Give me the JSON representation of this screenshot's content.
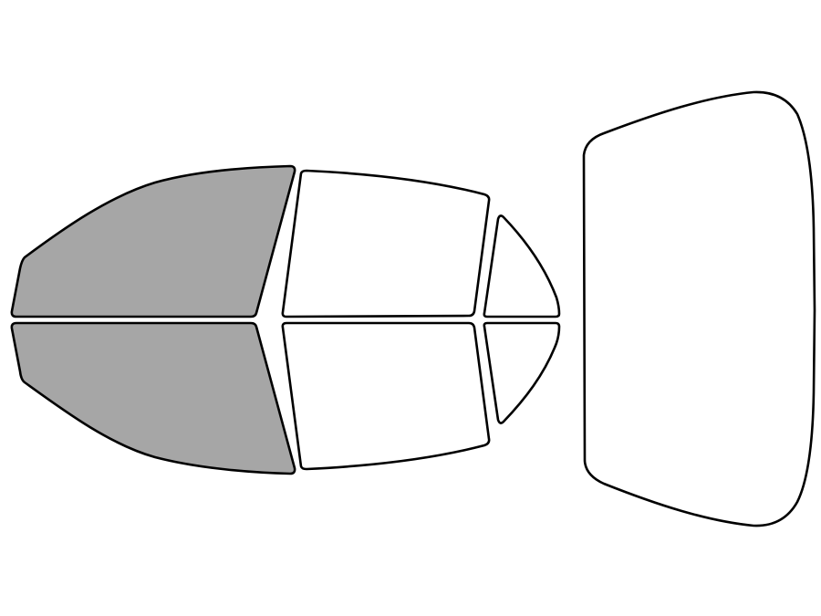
{
  "diagram": {
    "kind": "window-tint-coverage",
    "colors": {
      "tinted": "#a6a6a6",
      "clear": "#ffffff",
      "outline": "#000000",
      "background": "#ffffff"
    },
    "windows": [
      {
        "id": "front-door-upper",
        "tinted": true
      },
      {
        "id": "front-door-lower",
        "tinted": true
      },
      {
        "id": "rear-door-upper",
        "tinted": false
      },
      {
        "id": "rear-door-lower",
        "tinted": false
      },
      {
        "id": "quarter-glass-upper",
        "tinted": false
      },
      {
        "id": "quarter-glass-lower",
        "tinted": false
      },
      {
        "id": "rear-windshield",
        "tinted": false
      }
    ]
  }
}
